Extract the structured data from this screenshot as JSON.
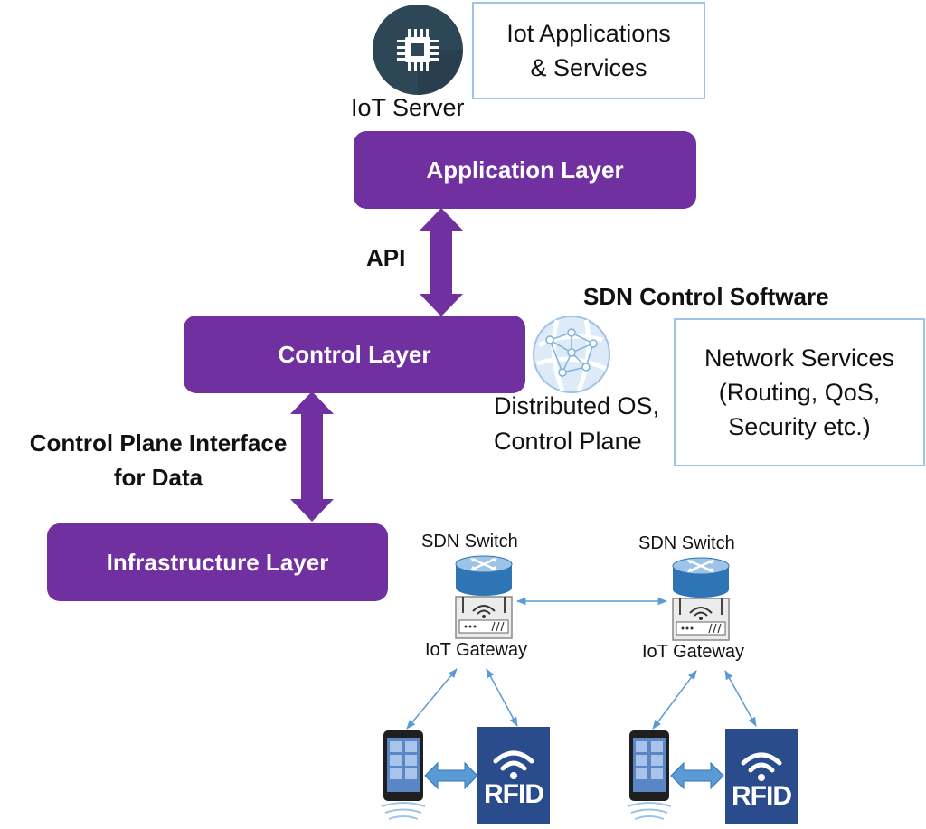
{
  "iot_server": {
    "label": "IoT Server",
    "icon": "cpu-chip-icon"
  },
  "iot_apps_box": {
    "line1": "Iot Applications",
    "line2": "& Services"
  },
  "layers": {
    "application": "Application Layer",
    "control": "Control Layer",
    "infrastructure": "Infrastructure Layer"
  },
  "labels": {
    "api": "API",
    "sdn_control_software": "SDN Control Software",
    "cpi_line1": "Control Plane Interface",
    "cpi_line2": "for Data",
    "dist_os_line1": "Distributed OS,",
    "dist_os_line2": "Control Plane"
  },
  "network_services_box": {
    "line1": "Network Services",
    "line2": "(Routing, QoS,",
    "line3": "Security etc.)"
  },
  "nodes": [
    {
      "switch_label": "SDN Switch",
      "gateway_label": "IoT Gateway",
      "rfid_text": "RFID"
    },
    {
      "switch_label": "SDN Switch",
      "gateway_label": "IoT Gateway",
      "rfid_text": "RFID"
    }
  ],
  "colors": {
    "layer_purple": "#7030a0",
    "box_border": "#9dc3e6",
    "server_dark": "#2e4756",
    "rfid_blue": "#2b4c8c",
    "link_blue": "#5b9bd5"
  }
}
